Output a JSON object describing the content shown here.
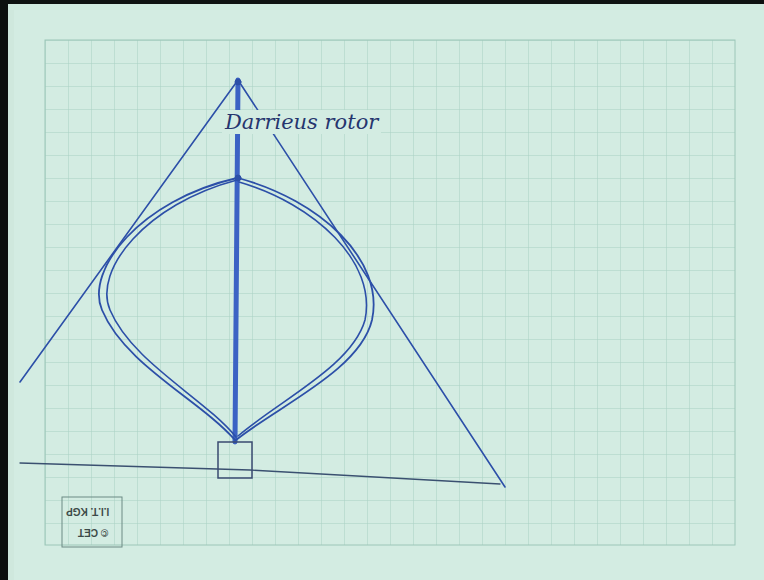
{
  "diagram": {
    "labels": [
      "Darrieus rotor",
      "© CET",
      "I.I.T. KGP"
    ]
  }
}
